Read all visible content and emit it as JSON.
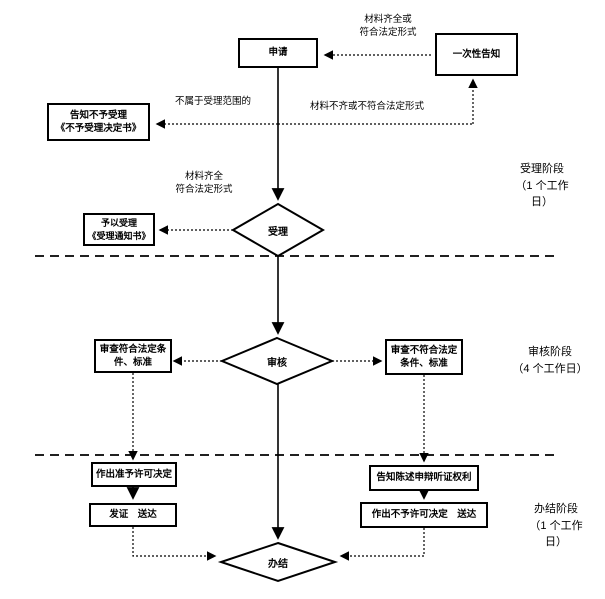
{
  "canvas": {
    "background": "#ffffff",
    "line_color": "#000000"
  },
  "nodes": {
    "apply": {
      "label": "申请"
    },
    "one_time_notice": {
      "label": "一次性告知"
    },
    "reject_notice": {
      "line1": "告知不予受理",
      "line2": "《不予受理决定书》"
    },
    "accept": {
      "line1": "予以受理",
      "line2": "《受理通知书》"
    },
    "review_pass": {
      "line1": "审查符合法定条",
      "line2": "件、标准"
    },
    "review_fail": {
      "line1": "审查不符合法定",
      "line2": "条件、标准"
    },
    "grant_decision": {
      "label": "作出准予许可决定"
    },
    "issue_deliver": {
      "label": "发证　送达"
    },
    "inform_rights": {
      "label": "告知陈述申辩听证权利"
    },
    "deny_decision": {
      "label": "作出不予许可决定　送达"
    }
  },
  "decisions": {
    "accept_check": {
      "label": "受理"
    },
    "review_check": {
      "label": "审核"
    },
    "finish": {
      "label": "办结"
    }
  },
  "edge_labels": {
    "complete_or_legal_1": "材料齐全或",
    "complete_or_legal_2": "符合法定形式",
    "out_of_scope": "不属于受理范围的",
    "incomplete_or_illegal": "材料不齐或不符合法定形式",
    "complete_legal_1": "材料齐全",
    "complete_legal_2": "符合法定形式"
  },
  "stage_labels": {
    "acceptance": {
      "line1": "受理阶段",
      "line2": "（1 个工作",
      "line3": "日）"
    },
    "review": {
      "line1": "审核阶段",
      "line2": "（4 个工作日）"
    },
    "completion": {
      "line1": "办结阶段",
      "line2": "（1 个工作",
      "line3": "日）"
    }
  }
}
